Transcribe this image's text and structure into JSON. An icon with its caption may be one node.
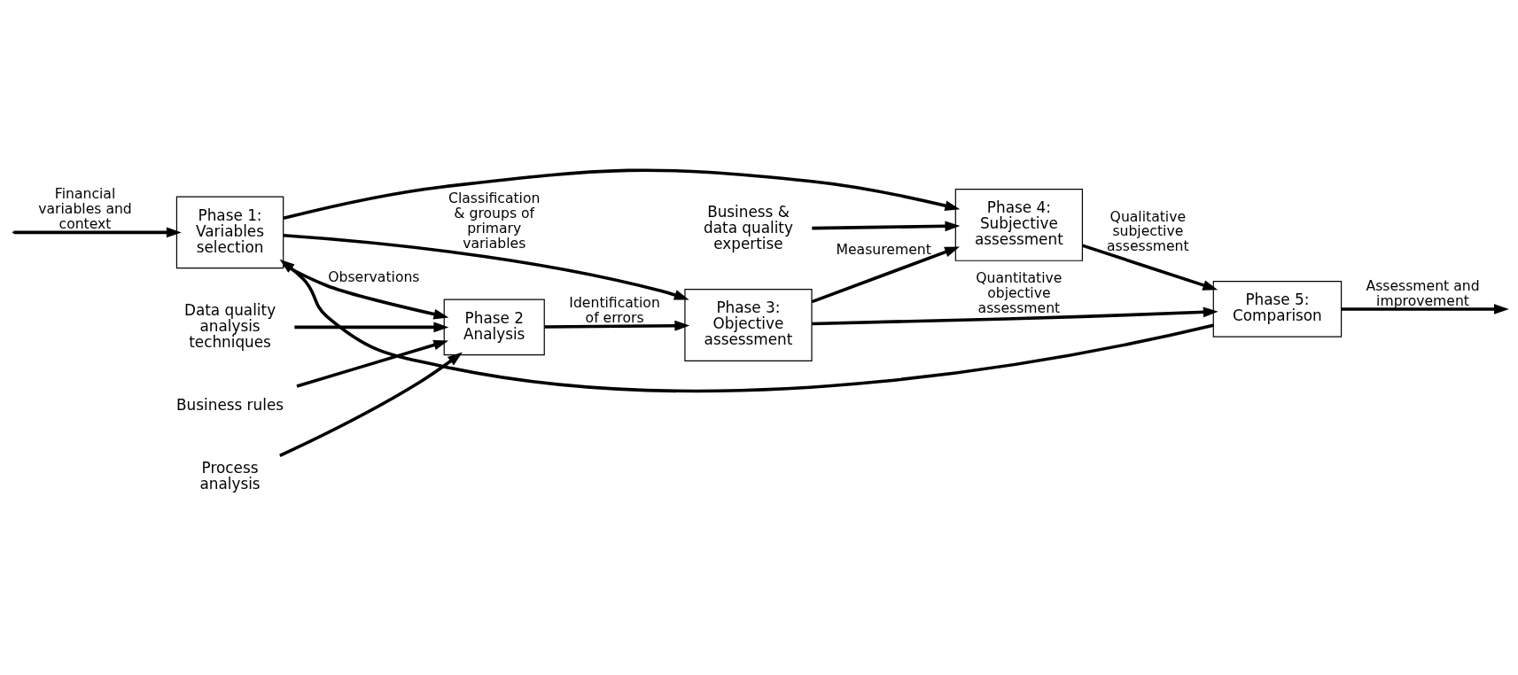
{
  "diagram": {
    "nodes": [
      {
        "text": [
          "Phase 1: Variables selection"
        ]
      },
      {
        "text": [
          "Phase 2 Analysis"
        ]
      },
      {
        "text": [
          "Phase 3: Objective assessment"
        ]
      },
      {
        "text": [
          "Phase 4: Subjective assessment"
        ]
      },
      {
        "text": [
          "Phase 5: Comparison"
        ]
      },
      {
        "text": [
          "Data quality analysis techniques"
        ]
      },
      {
        "text": [
          "Business rules"
        ]
      },
      {
        "text": [
          "Process analysis"
        ]
      },
      {
        "text": [
          "Business & data quality expertise"
        ]
      }
    ],
    "edges": [
      {
        "from": null,
        "to": 0,
        "arrow": "to",
        "label": "Financial variables and context"
      },
      {
        "from": 5,
        "to": 1,
        "arrow": "to"
      },
      {
        "from": 6,
        "to": 1,
        "arrow": "to"
      },
      {
        "from": 7,
        "to": 1,
        "arrow": "to"
      },
      {
        "from": 0,
        "to": 1,
        "arrow": "to",
        "label": "Observations"
      },
      {
        "from": 0,
        "to": 2,
        "arrow": "to",
        "label": "Classification & groups of primary variables"
      },
      {
        "from": 0,
        "to": 3,
        "arrow": "to"
      },
      {
        "from": 1,
        "to": 2,
        "arrow": "to",
        "label": "Identification of errors"
      },
      {
        "from": 2,
        "to": 3,
        "arrow": "to",
        "label": "Measurement"
      },
      {
        "from": 8,
        "to": 3,
        "arrow": "to"
      },
      {
        "from": 2,
        "to": 4,
        "arrow": "to",
        "label": "Quantitative objective assessment"
      },
      {
        "from": 3,
        "to": 4,
        "arrow": "to",
        "label": "Qualitative subjective assessment"
      },
      {
        "from": 4,
        "to": null,
        "arrow": "to",
        "label": "Assessment and improvement"
      },
      {
        "from": 4,
        "to": 0,
        "arrow": "to"
      }
    ]
  }
}
